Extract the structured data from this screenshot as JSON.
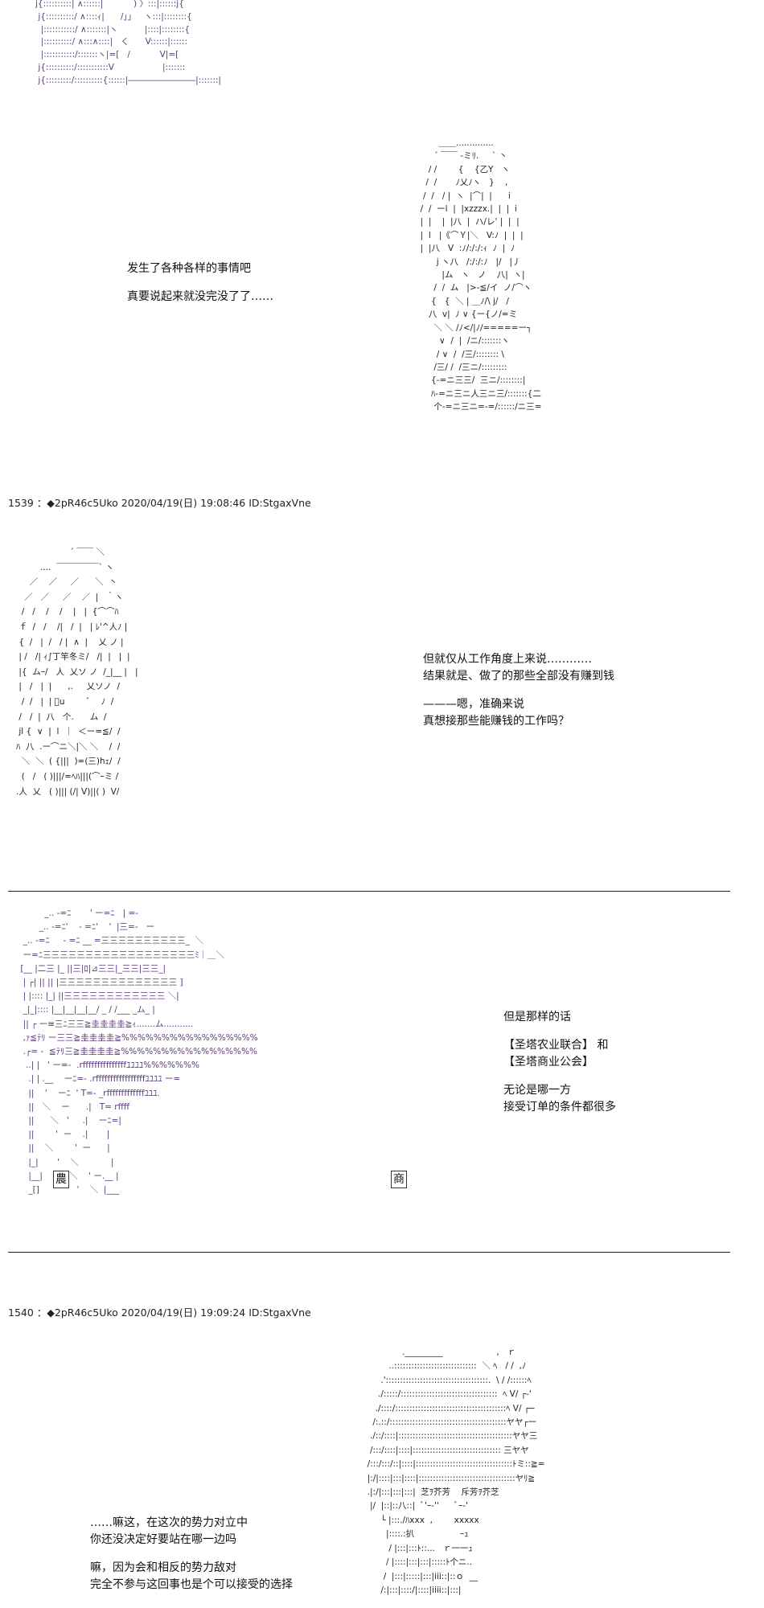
{
  "posts": [
    {
      "number": "1539",
      "trip": "◆2pR46c5Uko",
      "datetime": "2020/04/19(日) 19:08:46",
      "id": "ID:StgaxVne"
    },
    {
      "number": "1540",
      "trip": "◆2pR46c5Uko",
      "datetime": "2020/04/19(日) 19:09:24",
      "id": "ID:StgaxVne"
    }
  ],
  "dialogs": {
    "d1": [
      "发生了各种各样的事情吧",
      "",
      "真要说起来就没完没了了……"
    ],
    "d2": [
      "但就仅从工作角度上来说…………",
      "结果就是、做了的那些全部没有赚到钱",
      "",
      "———嗯，准确来说",
      "真想接那些能赚钱的工作吗？"
    ],
    "d3": [
      "但是那样的话",
      "",
      "【圣塔农业联合】 和",
      "【圣塔商业公会】",
      "",
      "无论是哪一方",
      "接受订单的条件都很多"
    ],
    "d4": [
      "……嘛这，在这次的势力对立中",
      "你还没决定好要站在哪一边吗",
      "",
      "嘛，因为会和相反的势力敌对",
      "完全不参与这回事也是个可以接受的选择"
    ]
  },
  "signs": {
    "left": "農",
    "right": "商"
  },
  "art": {
    "top_fragment": "j{::::::::::| ∧::::::|     ￣￣) 〉:::|::::::j{\n j{::::::::::/ ∧::::ｨ|      /」」   ヽ:::|::::::::{\n  |:::::::::::/ ∧:::::::|ヽ          |::::|::::::::{\n  |::::::::::/ ∧:::∧::::|   く      V::::::|::::::\n  |:::::::::::/:::::::ヽ|=[   /           V|=[\n j{::::::::::/:::::::::::V                  |:::::::\n j{:::::::::/::::::::::{::::::|――――――――|:::::::|",
    "girl_one": "         ＿＿..............\n       ´ ￣￣ ‐ミﾘ.     ` 丶\n     / /        {    {乙Y   ヽ\n    /  /       ﾉ乂ﾉヽ   }    ,\n   /  /   / |  ヽ  |⌒|  |      i\n  /  /  ーl  |  |xzzzx.|  |  |  i\n  |  |    |  |八  |  ハ/レ' |  |  |\n  |  l   |《⌒Ｙ|＼   V:ﾉ  |  |  |\n  |  |八   V  :ﾉ/:/:/:ｨ  ﾉ  |  ﾉ\n        j ヽ八   /:/:/:ﾉ   |/   |丿\n          |ム   ヽ   ノ    八|  ヽ|\n       /  /  ム   |>-≦/イ  ノ/⌒ヽ\n      {   {  ＼ | ＿ﾉ/\\ j/   /\n     八  v|  ﾉ ∨ {ー{ノ/=ミ\n       ＼ ＼ /ﾉ</|ﾉ/=====ー┐\n         ∨  /  |  /ニ/:::::::ヽ\n        / ∨  /  /三/:::::::: \\\n       /三/ /  /三ニ/:::::::::\n      {-=ニ三三/  三ニ/::::::::|\n      ﾊ-=ニ三ニ人三ニ三/:::::::{二\n       个-=ニ三ニ=-=/::::::/ニ三=",
    "girl_two": "                       ´ ￣￣ ＼\n            ....  ￣￣￣￣￣` ヽ\n        ／    ／     ／      ＼  丶\n      ／   ／     ／    ／  |   ｀ヽ\n     /   /    /    /    |   |  {⌒⌒ﾊ\n    ｆ  /   /    /|   /  |   | ﾚ'^人ﾉ |\n    {  /   |  /   / |  ∧  |    乂 ノ |\n    | /   /| ｨ∫丁竿冬ミ/   /|  |   |  |\n    |{  ムｰ/   人  乂ソ ノ  /_|__ |   |\n    |   /   |  |      ,.     乂ソノ  /\n     /  /   |  | ﾞu        ﾞ    ﾉ  /\n    /   /  |  八   个.      ム  /\n    jl {  ∨  |  l  ｜  ＜ー=≦/  /\n   ﾊ  八  .ー⌒ニ＼|＼ ＼    /  /\n     ＼  ＼  ( {|||  )=(三)hｪ/  /\n     (   /   ( )|||/=ﾍﾊ|||(⌒ｰミ /\n   .人  乂   ( )||| (/| V)||( )  V/",
    "building": "          _.. -=ﾆ       ' ー=ﾆ   | =-\n        _.. -=ﾆ'    - =ﾆ'    '  |三=-   ー\n  _.. -=ﾆ     - =ﾆ __ =三三三三三三三三三三_  ＼\n  ー=ﾆ三三三三三三三三三三三三三三三三三三ﾐ｜＿＼\n [__ |二三 |_ ||三|ﾛ|⊿三三|_三三|三三_|\n  | ┌| || || |三三三三三三三三三三三三三三 ]\n  | |:::: |_| ||三三三三三三三三三三三三 ＼|\n  _|_|:::: |__|__|__|__/ _ / /___ _ム_ |\n  || ┌ ー≡三ﾆ三三≧圭圭圭圭≧ｨ.......ム...........\n  ,ｧ≦ﾃﾘ ー三三≧圭圭圭圭≧%%%%%%%%%%%%%%%%%\n  .┌= -  ≦ﾃﾘ三≧圭圭圭圭≧%%%%%%%%%%%%%%%%%\n   ..| |   ' ー=-  .rfffffffffffffffﾕﾕﾕﾕ%%%%%%%\n    .| | .__    ーﾆ=- .rfffffffffffffffffﾕﾕﾕﾕ ー=\n    ||    '    ーﾆ  ' T=- _rfffffffffffffﾕﾕﾕ.\n    ||   ＼    ー      .|   T= rffff\n    ||      ＼   '     .|    ーﾆ=|\n    ||        '  ー    .|       |\n    ||    ＼        '  ー      |\n    |_|       '    ＼            |\n    |__|          ＼    ' ー.__ |\n    _[]              '    ＼  |___",
    "girl_three": "               ._________                    ,   ｒ\n          ..:::::::::::::::::::::::::::::  ＼ ﾍ   / /  ,ﾉ\n       .'::::::::::::::::::::::::::::::::::::.  \\ / /::::::ﾍ\n      ./:::::/::::::::::::::::::::::::::::::::::  ﾍ V/ ┌‐'\n     ./::::/:::::::::::::::::::::::::::::::::::::::ﾍ V/ ┌─\n    /:.::/:::::::::::::::::::::::::::::::::::::::::ヤヤ┌ー\n   ./::/::::|::::::::::::::::::::::::::::::::::::::::ヤヤ三\n   /:::/::::|::::|::::::::::::::::::::::::::::::: 三ヤヤ\n  /:::/:::/::|::::|::::::::::::::::::::::::::::::::::ﾄミ::≧=\n  |:/|::::|:::|::::|::::::::::::::::::::::::::::::::::ヤﾘ≧\n  .|:/|:::|:::|:::|  芝ｦ芥芳    斥芳ｦ芥芝\n   |/  |::|::八::|  ﾞ'ｰ-''      ﾞｰ-'\n       └ |:::./ﾊxxx  ,        xxxxx\n         |::::.:扒                 ｰｭ\n          / |:::|:::ﾄ::...   ｒ一一ｭ\n         / |::::|:::|:::|:::::ﾄ个ニ..\n        /  |:::|:::::|:::|iii::|::ｏ  __\n       /:|:::|::::/|::::|iiii::|:::|"
  }
}
